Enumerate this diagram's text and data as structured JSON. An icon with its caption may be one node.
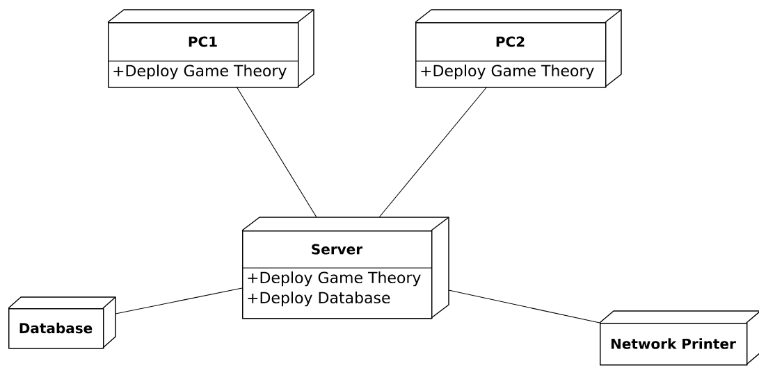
{
  "diagram": {
    "nodes": [
      {
        "text": [
          "PC1",
          "+Deploy Game Theory"
        ]
      },
      {
        "text": [
          "PC2",
          "+Deploy Game Theory"
        ]
      },
      {
        "text": [
          "Server",
          "+Deploy Game Theory",
          "+Deploy Database"
        ]
      },
      {
        "text": [
          "Database"
        ]
      },
      {
        "text": [
          "Network Printer"
        ]
      }
    ],
    "edges": [
      {
        "from": 0,
        "to": 2,
        "arrow": "none"
      },
      {
        "from": 1,
        "to": 2,
        "arrow": "none"
      },
      {
        "from": 3,
        "to": 2,
        "arrow": "none"
      },
      {
        "from": 2,
        "to": 4,
        "arrow": "none"
      }
    ]
  }
}
